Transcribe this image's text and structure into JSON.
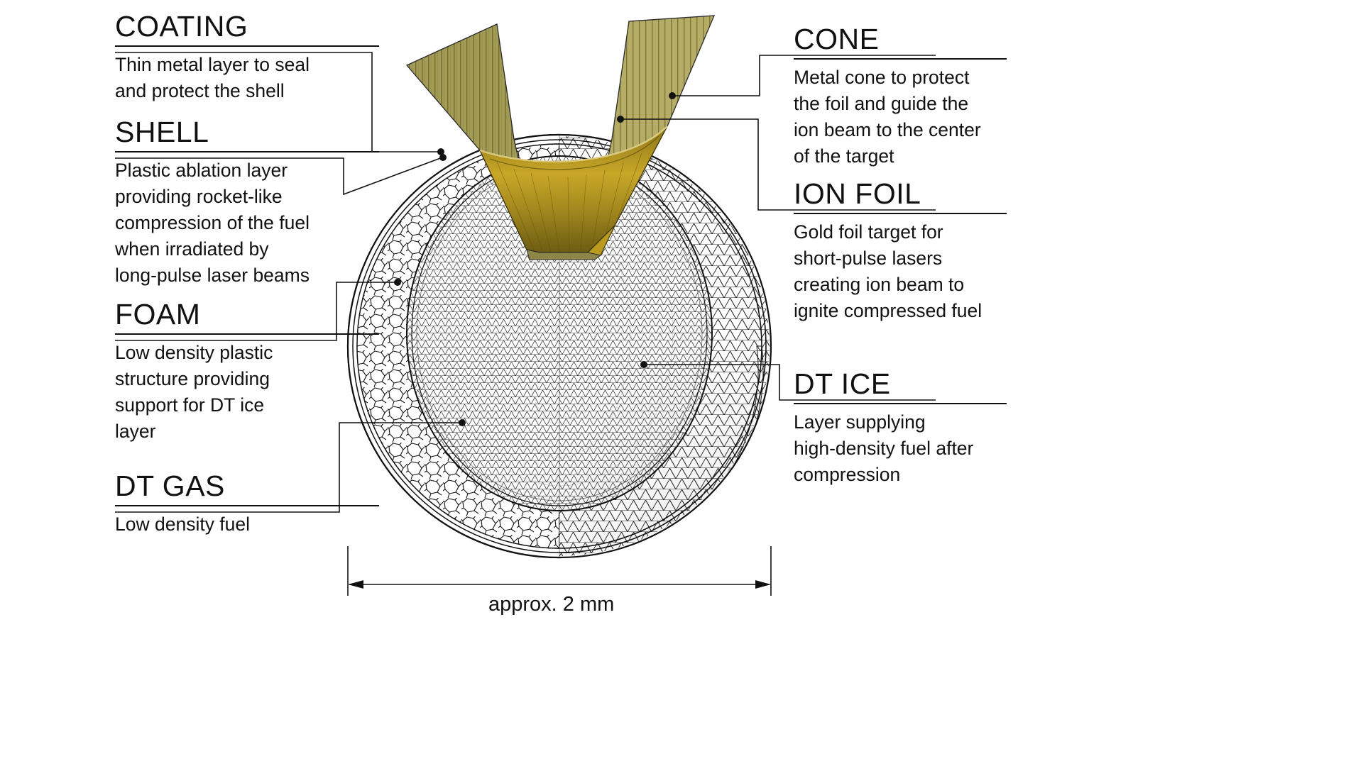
{
  "diagram": {
    "title_implicit": "Inertial confinement fusion target cutaway",
    "background_color": "#ffffff",
    "line_color": "#111111",
    "cone_color": "#a39c55",
    "cone_color_dark": "#6e6833",
    "cone_color_light": "#c8c07a",
    "cone_inner_gold": "#b99a1e"
  },
  "callouts": {
    "coating": {
      "heading": "COATING",
      "body": "Thin metal layer to seal\nand protect the shell",
      "rule_width": 372
    },
    "shell": {
      "heading": "SHELL",
      "body": "Plastic ablation layer\nproviding rocket-like\ncompression of the fuel\nwhen irradiated by\nlong-pulse laser beams",
      "rule_width": 372
    },
    "foam": {
      "heading": "FOAM",
      "body": "Low density plastic\nstructure providing\nsupport for DT ice\nlayer",
      "rule_width": 372
    },
    "dt_gas": {
      "heading": "DT GAS",
      "body": "Low density fuel",
      "rule_width": 372
    },
    "cone": {
      "heading": "CONE",
      "body": "Metal cone to protect\nthe foil and guide the\nion beam to the center\nof the target",
      "rule_width": 300
    },
    "ion_foil": {
      "heading": "ION FOIL",
      "body": "Gold foil target for\nshort-pulse lasers\ncreating ion beam to\nignite compressed fuel",
      "rule_width": 300
    },
    "dt_ice": {
      "heading": "DT ICE",
      "body": "Layer supplying\nhigh-density fuel after\ncompression",
      "rule_width": 300
    }
  },
  "dimension": {
    "label": "approx. 2 mm",
    "value": 2,
    "unit": "mm",
    "qualifier": "approx."
  },
  "layers": [
    {
      "name": "coating",
      "label": "COATING"
    },
    {
      "name": "shell",
      "label": "SHELL"
    },
    {
      "name": "foam",
      "label": "FOAM"
    },
    {
      "name": "dt-ice",
      "label": "DT ICE"
    },
    {
      "name": "dt-gas",
      "label": "DT GAS"
    },
    {
      "name": "cone",
      "label": "CONE"
    },
    {
      "name": "ion-foil",
      "label": "ION FOIL"
    }
  ]
}
